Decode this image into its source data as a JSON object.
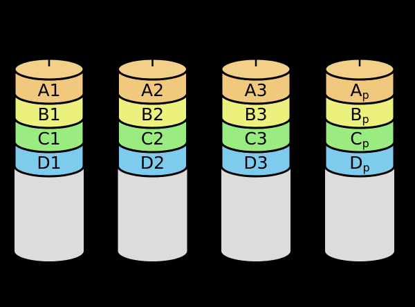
{
  "diagram": {
    "background_color": "#000000",
    "outline_color": "#000000",
    "text_color": "#000000",
    "colors": {
      "cap": "#F3D08A",
      "stripe_a": "#F0C87E",
      "stripe_b": "#ECF07D",
      "stripe_c": "#9AEC80",
      "stripe_d": "#7FCBEE",
      "body": "#DCDCDC"
    },
    "disks": [
      {
        "id": "disk-0",
        "blocks": [
          {
            "main": "A1",
            "sub": ""
          },
          {
            "main": "B1",
            "sub": ""
          },
          {
            "main": "C1",
            "sub": ""
          },
          {
            "main": "D1",
            "sub": ""
          }
        ]
      },
      {
        "id": "disk-1",
        "blocks": [
          {
            "main": "A2",
            "sub": ""
          },
          {
            "main": "B2",
            "sub": ""
          },
          {
            "main": "C2",
            "sub": ""
          },
          {
            "main": "D2",
            "sub": ""
          }
        ]
      },
      {
        "id": "disk-2",
        "blocks": [
          {
            "main": "A3",
            "sub": ""
          },
          {
            "main": "B3",
            "sub": ""
          },
          {
            "main": "C3",
            "sub": ""
          },
          {
            "main": "D3",
            "sub": ""
          }
        ]
      },
      {
        "id": "disk-parity",
        "blocks": [
          {
            "main": "A",
            "sub": "p"
          },
          {
            "main": "B",
            "sub": "p"
          },
          {
            "main": "C",
            "sub": "p"
          },
          {
            "main": "D",
            "sub": "p"
          }
        ]
      }
    ]
  }
}
